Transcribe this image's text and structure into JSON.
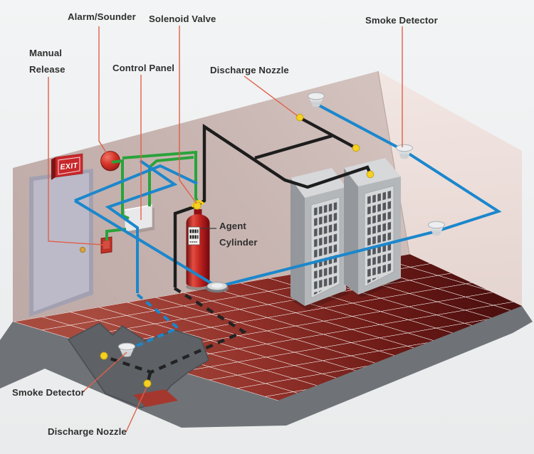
{
  "labels": {
    "alarm_sounder": "Alarm/Sounder",
    "solenoid_valve": "Solenoid Valve",
    "smoke_detector_top": "Smoke Detector",
    "manual_release_l1": "Manual",
    "manual_release_l2": "Release",
    "control_panel": "Control Panel",
    "discharge_nozzle_top": "Discharge Nozzle",
    "agent_cylinder_l1": "Agent",
    "agent_cylinder_l2": "Cylinder",
    "smoke_detector_bottom": "Smoke Detector",
    "discharge_nozzle_bottom": "Discharge Nozzle",
    "exit_sign": "EXIT"
  },
  "colors": {
    "detection_wiring_blue": "#1b87cc",
    "control_wiring_green": "#2aa33a",
    "discharge_piping_black": "#1d1d1d",
    "nozzle_yellow": "#f6d120",
    "leader_line_red": "#e0604a",
    "left_wall": "#c6b3af",
    "right_wall": "#ecdfdb",
    "floor_tile_dark": "#4e100f",
    "floor_tile_light": "#a84b3f",
    "raised_floor_gray": "#6f7377",
    "cutaway_gray": "#5e6267",
    "cylinder_red": "#c62722",
    "background": "#eef0f1"
  }
}
